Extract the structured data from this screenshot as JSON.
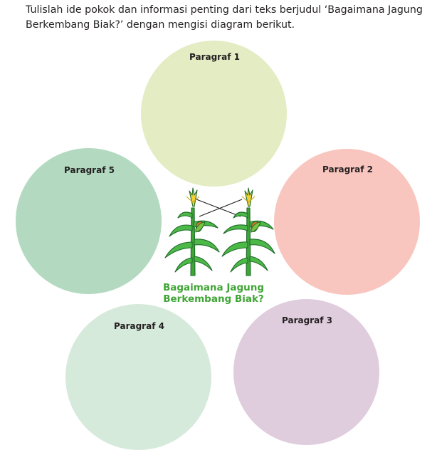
{
  "instruction": {
    "line1": "Tulislah ide pokok dan informasi penting dari teks berjudul ‘Bagaimana Jagung",
    "line2": "Berkembang Biak?’ dengan mengisi diagram berikut."
  },
  "diagram": {
    "center_title_line1": "Bagaimana Jagung",
    "center_title_line2": "Berkembang Biak?",
    "center_title_color": "#3fa535",
    "nodes": [
      {
        "label": "Paragraf 1",
        "color": "#e3ecc3"
      },
      {
        "label": "Paragraf 2",
        "color": "#f8c6bf"
      },
      {
        "label": "Paragraf 3",
        "color": "#dfcdde"
      },
      {
        "label": "Paragraf 4",
        "color": "#d6eadc"
      },
      {
        "label": "Paragraf 5",
        "color": "#b3dac1"
      }
    ],
    "center_icon": "corn-plants-icon"
  }
}
